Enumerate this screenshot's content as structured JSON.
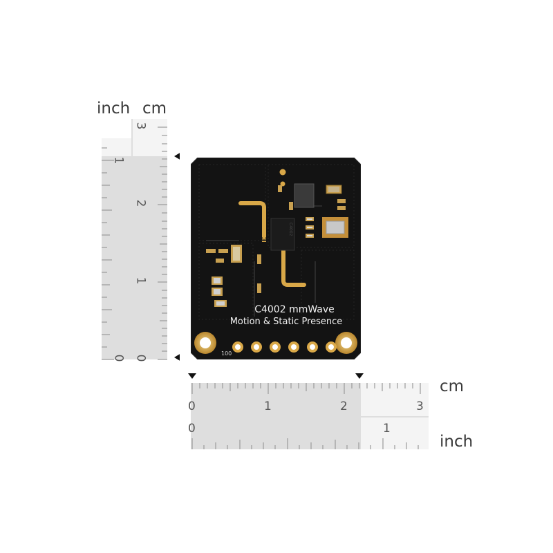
{
  "vertical_ruler": {
    "label_inch": "inch",
    "label_cm": "cm",
    "inch_ticks": [
      "1",
      "0"
    ],
    "cm_ticks": [
      "3",
      "2",
      "1",
      "0"
    ]
  },
  "horizontal_ruler": {
    "label_cm": "cm",
    "label_inch": "inch",
    "cm_ticks": [
      "0",
      "1",
      "2",
      "3"
    ],
    "inch_ticks": [
      "0",
      "1"
    ]
  },
  "board": {
    "title_line1": "C4002 mmWave",
    "title_line2": "Motion & Static Presence",
    "chip_marking": "C4002",
    "pad_label": "100"
  },
  "colors": {
    "board": "#121212",
    "gold": "#d9a848",
    "highlight": "#e0e0e0",
    "ruler_light": "#efefef"
  }
}
